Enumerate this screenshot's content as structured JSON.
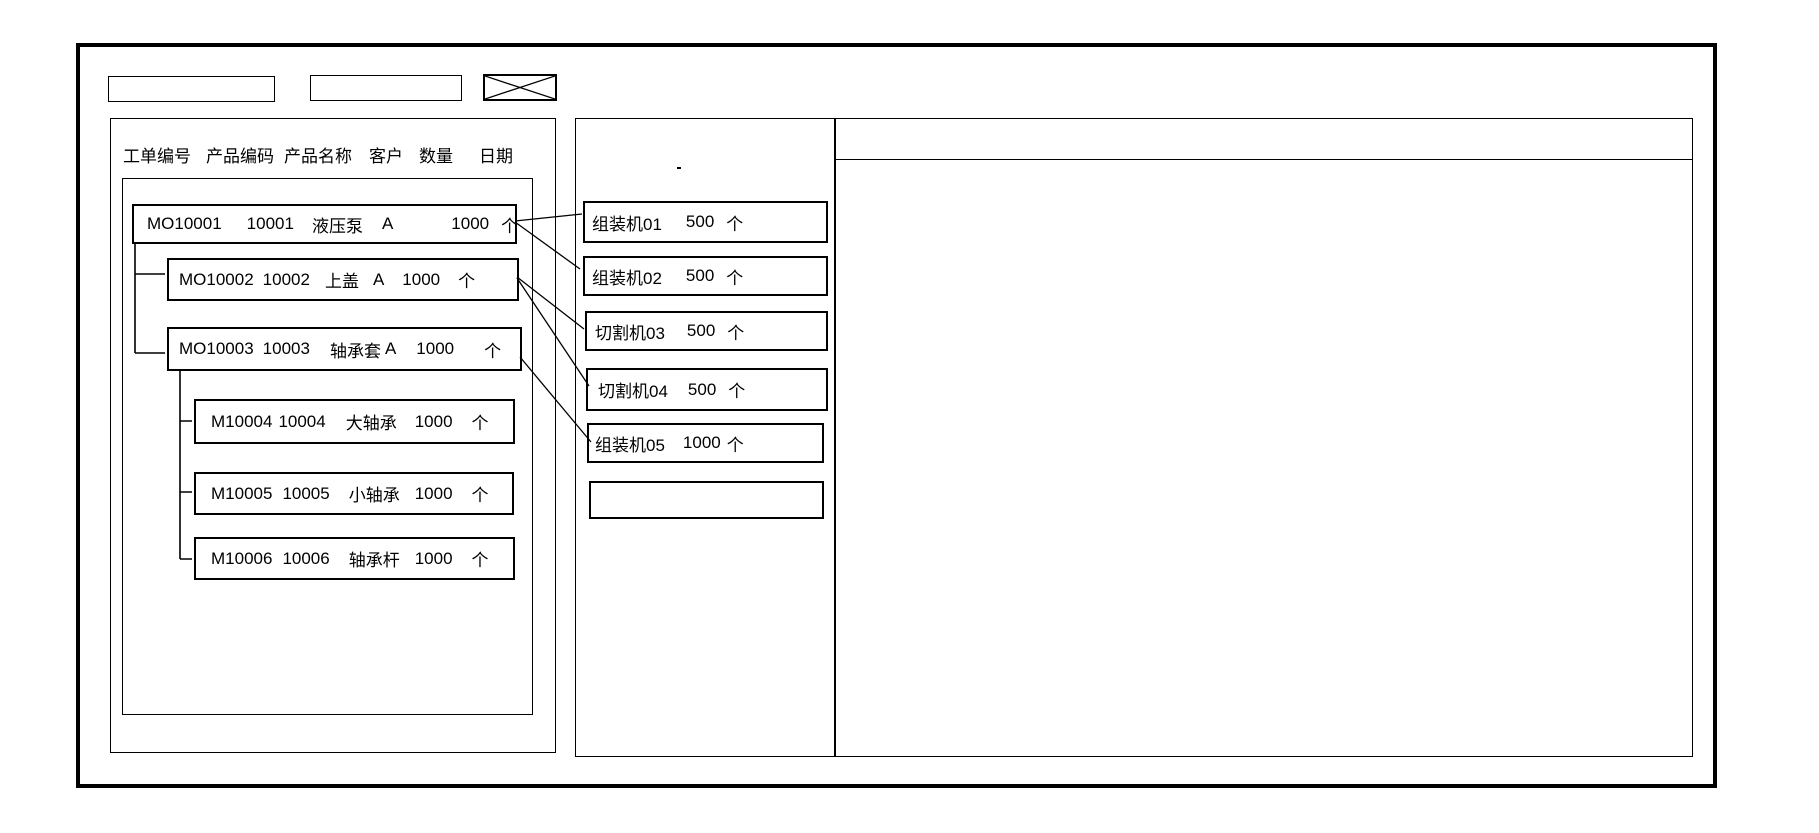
{
  "toolbar": {
    "field1_value": "",
    "field2_value": "",
    "image_placeholder": "crossed-box"
  },
  "work_order_panel": {
    "columns": [
      "工单编号",
      "产品编码",
      "产品名称",
      "客户",
      "数量",
      "日期"
    ],
    "rows": [
      {
        "order_no": "MO10001",
        "product_code": "10001",
        "product_name": "液压泵",
        "customer": "A",
        "qty": "1000",
        "unit": "个",
        "level": 0
      },
      {
        "order_no": "MO10002",
        "product_code": "10002",
        "product_name": "上盖",
        "customer": "A",
        "qty": "1000",
        "unit": "个",
        "level": 1
      },
      {
        "order_no": "MO10003",
        "product_code": "10003",
        "product_name": "轴承套",
        "customer": "A",
        "qty": "1000",
        "unit": "个",
        "level": 1
      },
      {
        "order_no": "M10004",
        "product_code": "10004",
        "product_name": "大轴承",
        "customer": "",
        "qty": "1000",
        "unit": "个",
        "level": 2
      },
      {
        "order_no": "M10005",
        "product_code": "10005",
        "product_name": "小轴承",
        "customer": "",
        "qty": "1000",
        "unit": "个",
        "level": 2
      },
      {
        "order_no": "M10006",
        "product_code": "10006",
        "product_name": "轴承杆",
        "customer": "",
        "qty": "1000",
        "unit": "个",
        "level": 2
      }
    ]
  },
  "machine_panel": {
    "items": [
      {
        "name": "组装机01",
        "qty": "500",
        "unit": "个"
      },
      {
        "name": "组装机02",
        "qty": "500",
        "unit": "个"
      },
      {
        "name": "切割机03",
        "qty": "500",
        "unit": "个"
      },
      {
        "name": "切割机04",
        "qty": "500",
        "unit": "个"
      },
      {
        "name": "组装机05",
        "qty": "1000",
        "unit": "个"
      },
      {
        "name": "",
        "qty": "",
        "unit": ""
      }
    ]
  },
  "detail_panel": {
    "content": ""
  },
  "colors": {
    "line": "#000000",
    "background": "#ffffff"
  }
}
